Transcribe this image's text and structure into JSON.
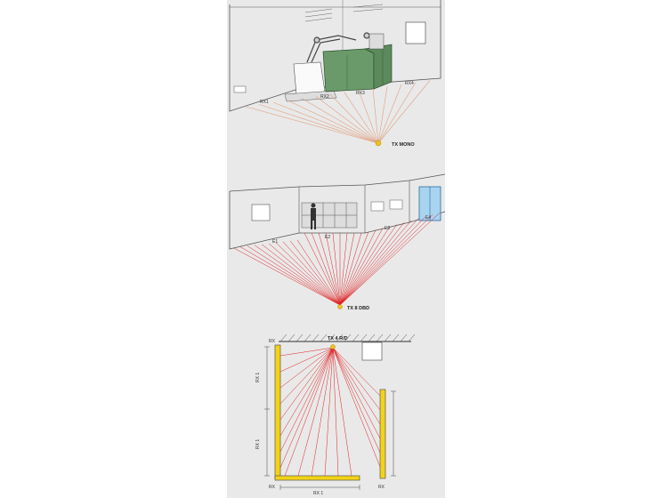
{
  "panels": [
    {
      "id": "panel-1",
      "transmitter_label": "TX MONO",
      "receiver_labels": [
        "RX1",
        "RX2",
        "RX3",
        "RX4"
      ],
      "ray_color": "#e0a080"
    },
    {
      "id": "panel-2",
      "transmitter_label": "TX 8 DBD",
      "receiver_labels": [
        "E1",
        "E2",
        "E3",
        "E4"
      ],
      "ray_color": "#e02020"
    },
    {
      "id": "panel-3",
      "transmitter_label": "TX 4 R/D",
      "receiver_labels": [
        "RX",
        "RX",
        "RX"
      ],
      "dimension_labels": [
        "RX 1",
        "RX 1",
        "RX 1"
      ],
      "ray_color": "#e02020",
      "reflector_color": "#f2d21b"
    }
  ],
  "colors": {
    "background": "#e9e9e9",
    "line": "#555555",
    "machine": "#6a9a6a",
    "door": "#a8d4f0",
    "transmitter": "#f0c020"
  }
}
